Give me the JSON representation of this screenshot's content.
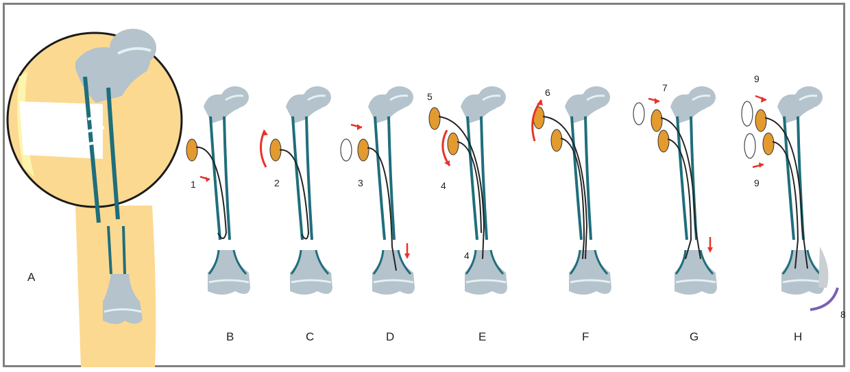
{
  "panels": [
    {
      "id": "A",
      "label": "A"
    },
    {
      "id": "B",
      "label": "B",
      "numbers": [
        "1"
      ]
    },
    {
      "id": "C",
      "label": "C",
      "numbers": [
        "2"
      ]
    },
    {
      "id": "D",
      "label": "D",
      "numbers": [
        "3"
      ]
    },
    {
      "id": "E",
      "label": "E",
      "numbers": [
        "5",
        "4",
        "4"
      ]
    },
    {
      "id": "F",
      "label": "F",
      "numbers": [
        "6"
      ]
    },
    {
      "id": "G",
      "label": "G",
      "numbers": [
        "7"
      ]
    },
    {
      "id": "H",
      "label": "H",
      "numbers": [
        "9",
        "9",
        "8"
      ]
    }
  ],
  "colors": {
    "bone": "#b4c3cc",
    "bone_line": "#e3f1f4",
    "cortex": "#1f6e7c",
    "skin": "#fcd991",
    "skin_light": "#fdf5ae",
    "nail_head": "#e39a2f",
    "arrow": "#e8322a",
    "rod": "#222222",
    "hammer": "#7a5fb4",
    "frame": "#7f7f7f"
  }
}
